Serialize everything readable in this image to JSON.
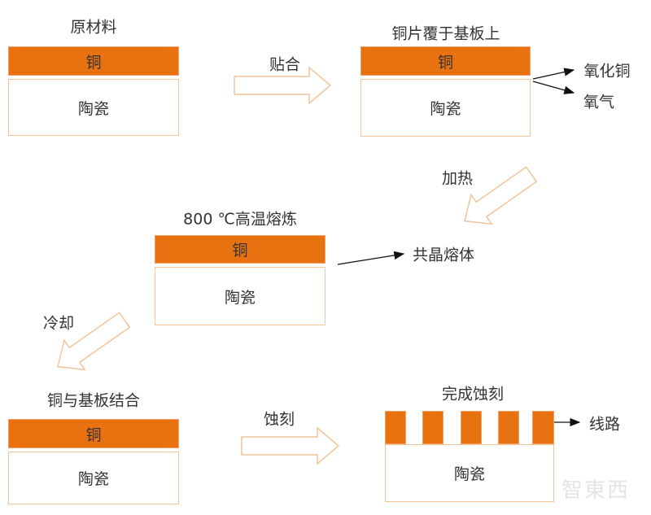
{
  "colors": {
    "copper": "#E8720F",
    "ceramic_border": "#F2C49A"
  },
  "steps": [
    {
      "title": "原材料",
      "copper": "铜",
      "ceramic": "陶瓷"
    },
    {
      "title": "铜片覆于基板上",
      "copper": "铜",
      "ceramic": "陶瓷",
      "outputs": [
        "氧化铜",
        "氧气"
      ]
    },
    {
      "title": "800 ℃高温熔炼",
      "copper": "铜",
      "ceramic": "陶瓷",
      "outputs": [
        "共晶熔体"
      ]
    },
    {
      "title": "铜与基板结合",
      "copper": "铜",
      "ceramic": "陶瓷"
    },
    {
      "title": "完成蚀刻",
      "ceramic": "陶瓷",
      "outputs": [
        "线路"
      ]
    }
  ],
  "transitions": [
    "贴合",
    "加热",
    "冷却",
    "蚀刻"
  ],
  "watermark": "智東西"
}
